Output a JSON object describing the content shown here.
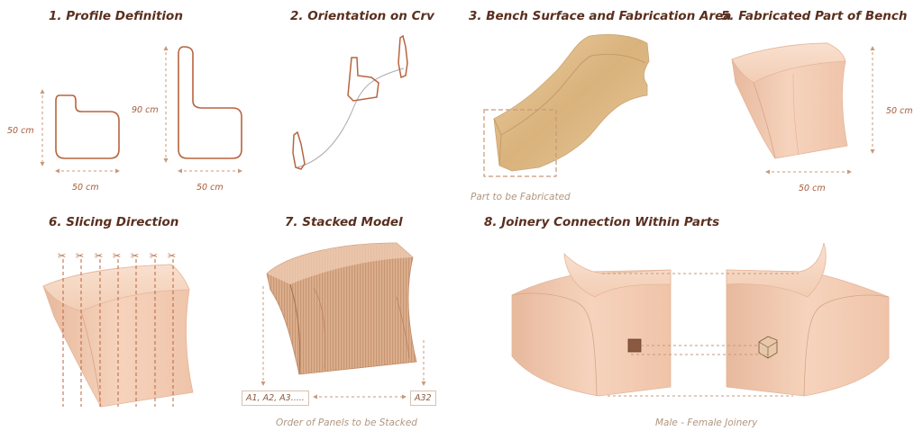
{
  "panels": {
    "p1": {
      "title": "1. Profile Definition",
      "dim_height_small": "50 cm",
      "dim_width_small": "50 cm",
      "dim_height_large": "90 cm",
      "dim_width_large": "50 cm"
    },
    "p2": {
      "title": "2. Orientation on Crv"
    },
    "p3": {
      "title": "3. Bench Surface and Fabrication Area",
      "caption": "Part to be Fabricated"
    },
    "p5": {
      "title": "5. Fabricated Part of Bench",
      "dim_height": "50 cm",
      "dim_width": "50 cm"
    },
    "p6": {
      "title": "6. Slicing Direction"
    },
    "p7": {
      "title": "7. Stacked Model",
      "label_start": "A1, A2, A3.....",
      "label_end": "A32",
      "caption": "Order of Panels to be Stacked"
    },
    "p8": {
      "title": "8. Joinery Connection Within Parts",
      "caption": "Male - Female Joinery"
    }
  },
  "colors": {
    "accent": "#b8643f",
    "title": "#5a2f1f",
    "wood_light": "#f5cfb8",
    "wood_dark": "#e0b08f",
    "bench_wood": "#e2c08c"
  }
}
